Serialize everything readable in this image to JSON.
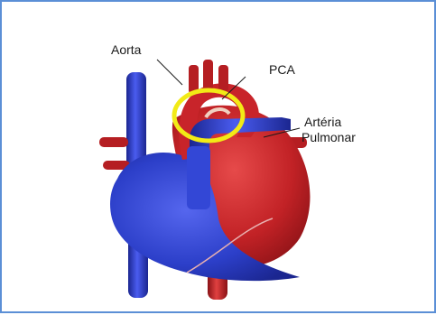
{
  "labels": {
    "aorta": "Aorta",
    "pca": "PCA",
    "arteria": "Artéria",
    "pulmonar": "Pulmonar"
  },
  "colors": {
    "frame": "#5b8fd6",
    "arterial_red": "#c8242a",
    "venous_blue": "#2c3fc9",
    "highlight_yellow": "#f2ea16"
  }
}
